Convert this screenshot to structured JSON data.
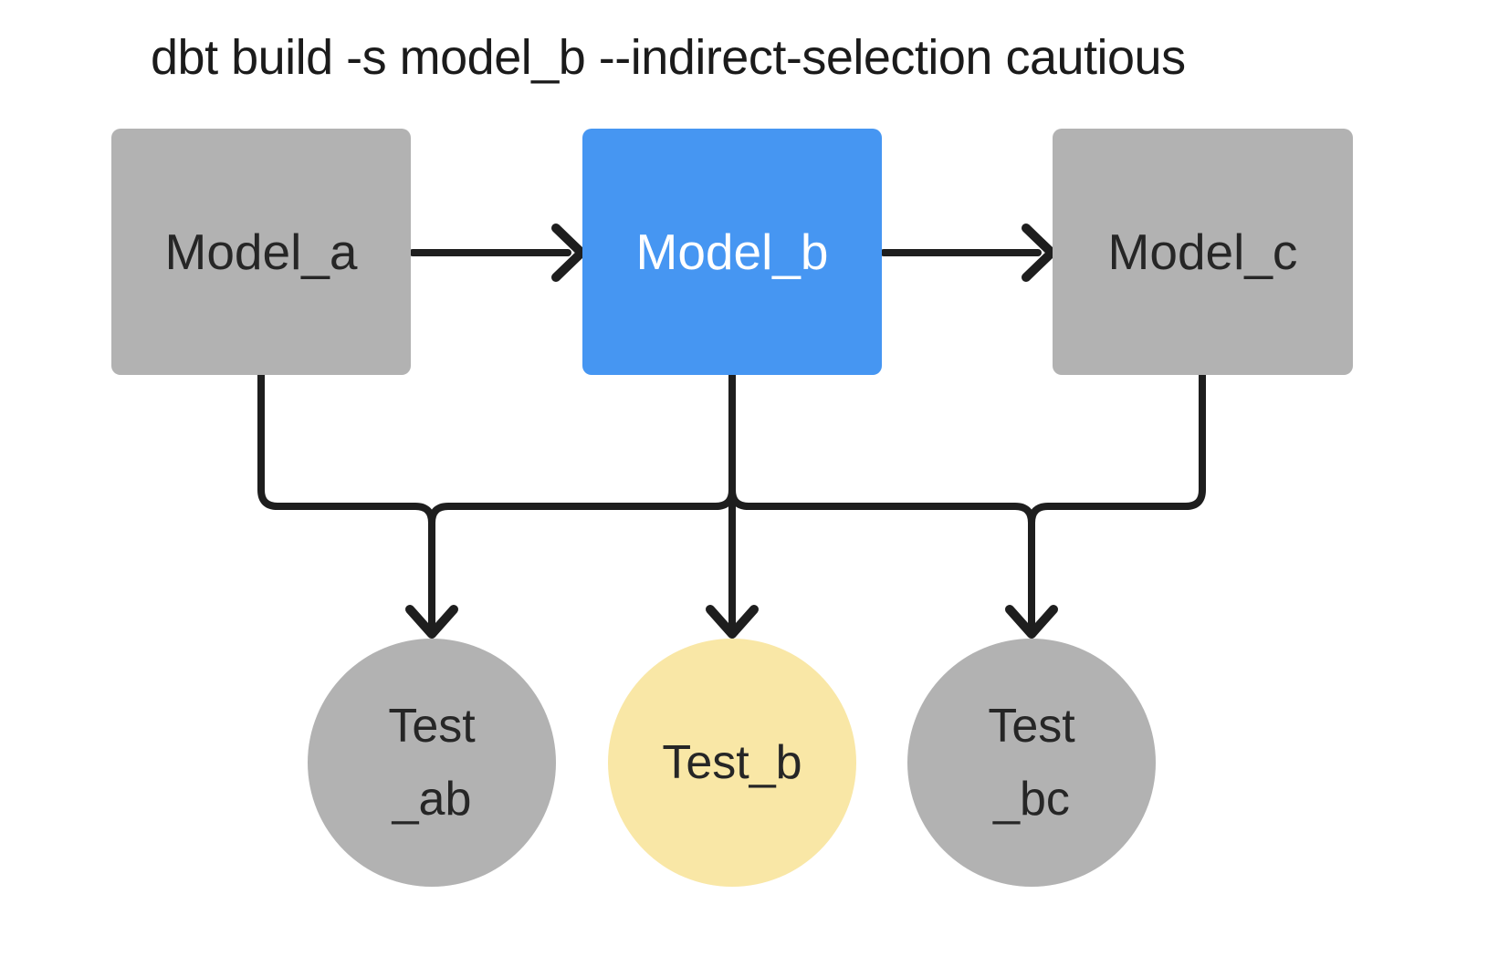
{
  "title": "dbt build -s model_b --indirect-selection cautious",
  "colors": {
    "background": "#ffffff",
    "line": "#1e1e1e",
    "selected_model": "#4696f2",
    "indirect_test": "#f9e7a6",
    "unselected_node": "#b2b2b2"
  },
  "nodes": {
    "model_a": {
      "label": "Model_a",
      "fill": "#b2b2b2",
      "text_color": "#262626"
    },
    "model_b": {
      "label": "Model_b",
      "fill": "#4696f2",
      "text_color": "#ffffff"
    },
    "model_c": {
      "label": "Model_c",
      "fill": "#b2b2b2",
      "text_color": "#262626"
    },
    "test_ab": {
      "lines": [
        "Test",
        "_ab"
      ],
      "fill": "#b2b2b2",
      "text_color": "#262626"
    },
    "test_b": {
      "lines": [
        "Test_b"
      ],
      "fill": "#f9e7a6",
      "text_color": "#262626"
    },
    "test_bc": {
      "lines": [
        "Test",
        "_bc"
      ],
      "fill": "#b2b2b2",
      "text_color": "#262626"
    }
  },
  "edges": [
    {
      "from": "model_a",
      "to": "model_b",
      "style": "straight-arrow"
    },
    {
      "from": "model_b",
      "to": "model_c",
      "style": "straight-arrow"
    },
    {
      "from": "model_a",
      "to": "test_ab",
      "style": "elbow-arrow"
    },
    {
      "from": "model_b",
      "to": "test_ab",
      "style": "elbow-arrow"
    },
    {
      "from": "model_b",
      "to": "test_b",
      "style": "straight-arrow"
    },
    {
      "from": "model_b",
      "to": "test_bc",
      "style": "elbow-arrow"
    },
    {
      "from": "model_c",
      "to": "test_bc",
      "style": "elbow-arrow"
    }
  ]
}
